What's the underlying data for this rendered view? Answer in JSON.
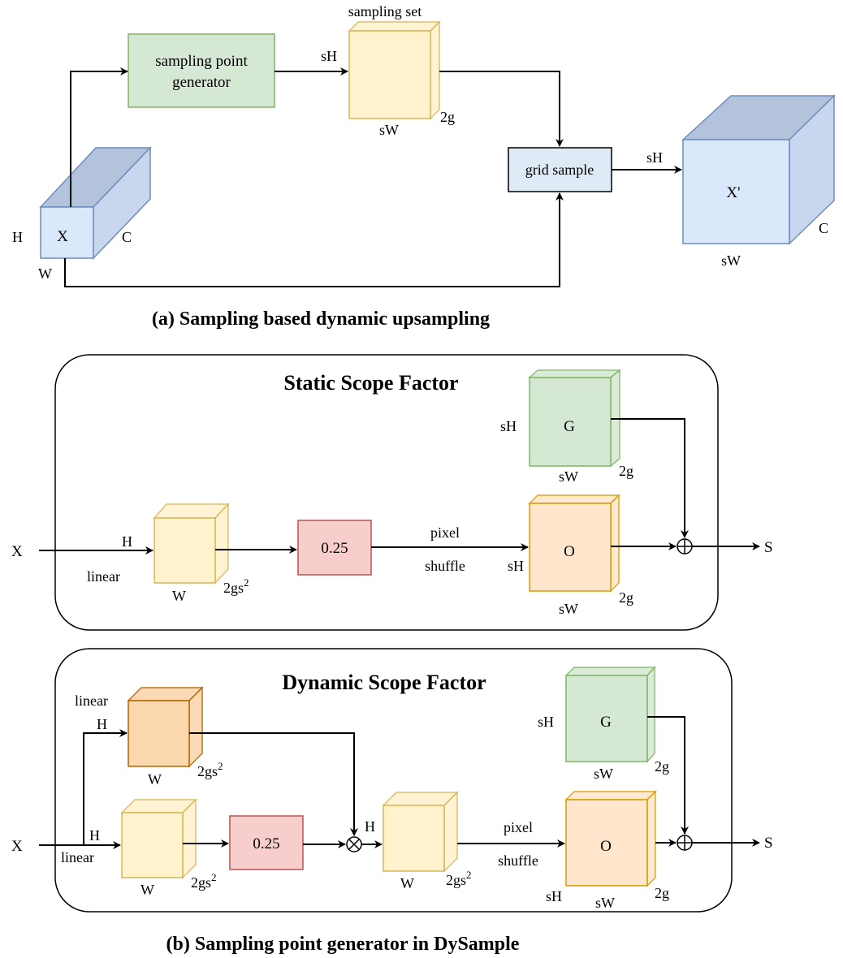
{
  "colors": {
    "green_fill": "#d5e8d4",
    "green_stroke": "#82b366",
    "yellow_fill": "#fff2cc",
    "yellow_stroke": "#d6b656",
    "blue_fill": "#dae8fc",
    "blue_stroke": "#6c8ebf",
    "blue_box_fill": "#deebf7",
    "red_fill": "#f8cecc",
    "red_stroke": "#b85450",
    "orange_fill": "#ffe6cc",
    "orange_stroke": "#d79b00",
    "dark_orange_fill": "#fad7ac",
    "dark_orange_stroke": "#b46504"
  },
  "part_a": {
    "sampling_point_generator": [
      "sampling point",
      "generator"
    ],
    "sampling_set_label": "sampling set",
    "sampling_set_h": "sH",
    "sampling_set_w": "sW",
    "sampling_set_c": "2g",
    "input_x": "X",
    "input_h": "H",
    "input_w": "W",
    "input_c": "C",
    "grid_sample": "grid sample",
    "grid_out_h": "sH",
    "output_x": "X'",
    "output_w": "sW",
    "output_c": "C",
    "caption": "(a) Sampling based dynamic upsampling"
  },
  "static_panel": {
    "title": "Static Scope Factor",
    "input": "X",
    "h": "H",
    "linear": "linear",
    "w": "W",
    "c_base": "2gs",
    "c_sup": "2",
    "factor": "0.25",
    "pixel": "pixel",
    "shuffle": "shuffle",
    "g_label": "G",
    "g_h": "sH",
    "g_w": "sW",
    "g_c": "2g",
    "o_label": "O",
    "o_h": "sH",
    "o_w": "sW",
    "o_c": "2g",
    "output": "S"
  },
  "dynamic_panel": {
    "title": "Dynamic Scope Factor",
    "input": "X",
    "top_linear": "linear",
    "top_h": "H",
    "top_w": "W",
    "top_c_base": "2gs",
    "top_c_sup": "2",
    "bottom_h": "H",
    "bottom_linear": "linear",
    "bottom_w": "W",
    "bottom_c_base": "2gs",
    "bottom_c_sup": "2",
    "factor": "0.25",
    "mid_h": "H",
    "mid_w": "W",
    "mid_c_base": "2gs",
    "mid_c_sup": "2",
    "pixel": "pixel",
    "shuffle": "shuffle",
    "g_label": "G",
    "g_h": "sH",
    "g_w": "sW",
    "g_c": "2g",
    "o_label": "O",
    "o_h": "sH",
    "o_w": "sW",
    "o_c": "2g",
    "output": "S"
  },
  "caption_b": "(b) Sampling point generator in DySample"
}
